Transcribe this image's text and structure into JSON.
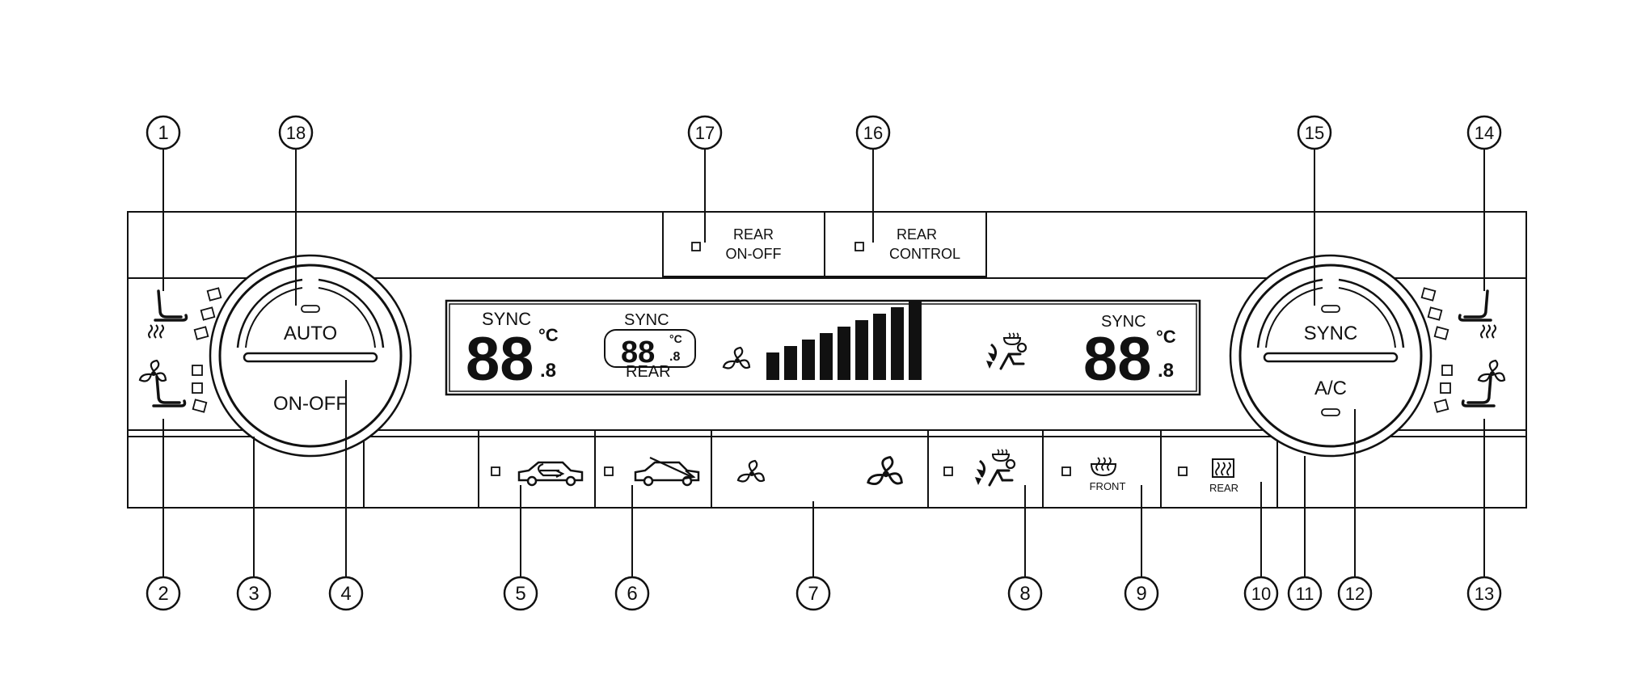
{
  "callouts": [
    "1",
    "2",
    "3",
    "4",
    "5",
    "6",
    "7",
    "8",
    "9",
    "10",
    "11",
    "12",
    "13",
    "14",
    "15",
    "16",
    "17",
    "18"
  ],
  "left_dial": {
    "top_label": "AUTO",
    "bottom_label": "ON-OFF"
  },
  "right_dial": {
    "top_label": "SYNC",
    "bottom_label": "A/C"
  },
  "rear_buttons": {
    "rear_on_off_line1": "REAR",
    "rear_on_off_line2": "ON-OFF",
    "rear_control_line1": "REAR",
    "rear_control_line2": "CONTROL"
  },
  "display": {
    "driver_sync": "SYNC",
    "driver_temp": "88",
    "driver_temp_decimal": ".8",
    "driver_unit": "°C",
    "rear_sync": "SYNC",
    "rear_temp": "88",
    "rear_temp_decimal": ".8",
    "rear_unit": "°C",
    "rear_label": "REAR",
    "passenger_sync": "SYNC",
    "passenger_temp": "88",
    "passenger_temp_decimal": ".8",
    "passenger_unit": "°C",
    "fan_bar_count": 9
  },
  "bottom_buttons": {
    "front_defrost_label": "FRONT",
    "rear_defrost_label": "REAR"
  },
  "icons": [
    "seat-heater-icon",
    "seat-fan-icon",
    "recirculation-icon",
    "fresh-air-icon",
    "fan-small-icon",
    "fan-large-icon",
    "defrost-mode-icon",
    "front-defrost-icon",
    "rear-defrost-icon"
  ]
}
